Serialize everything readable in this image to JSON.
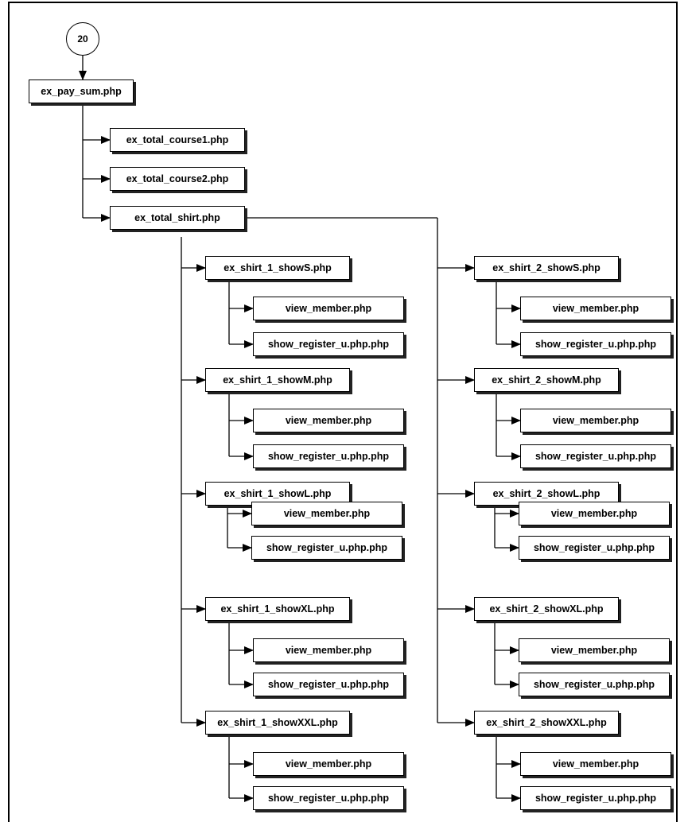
{
  "connector": {
    "label": "20"
  },
  "nodes": {
    "pay_sum": "ex_pay_sum.php",
    "total_course1": "ex_total_course1.php",
    "total_course2": "ex_total_course2.php",
    "total_shirt": "ex_total_shirt.php",
    "shirt1": {
      "S": "ex_shirt_1_showS.php",
      "M": "ex_shirt_1_showM.php",
      "L": "ex_shirt_1_showL.php",
      "XL": "ex_shirt_1_showXL.php",
      "XXL": "ex_shirt_1_showXXL.php"
    },
    "shirt2": {
      "S": "ex_shirt_2_showS.php",
      "M": "ex_shirt_2_showM.php",
      "L": "ex_shirt_2_showL.php",
      "XL": "ex_shirt_2_showXL.php",
      "XXL": "ex_shirt_2_showXXL.php"
    },
    "view_member": "view_member.php",
    "show_register": "show_register_u.php.php"
  }
}
